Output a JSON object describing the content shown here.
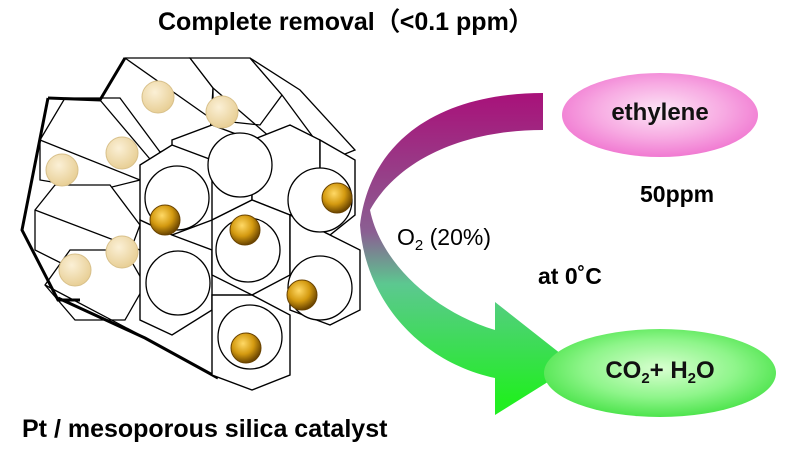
{
  "title": "Complete removal（<0.1 ppm）",
  "caption": "Pt / mesoporous silica catalyst",
  "reactant": {
    "label": "ethylene",
    "concentration": "50ppm",
    "color": "#f47fd6"
  },
  "conditions": {
    "oxygen": {
      "species": "O",
      "subscript": "2",
      "amount": " (20%)"
    },
    "temperature": "at  0˚C"
  },
  "product": {
    "co": "CO",
    "co_sub": "2",
    "plus_h": "+ H",
    "h_sub": "2",
    "o": "O",
    "color": "#5ee85e"
  },
  "particle_colors": {
    "inner": "#d4920f",
    "outer": "#f2ddb0"
  }
}
